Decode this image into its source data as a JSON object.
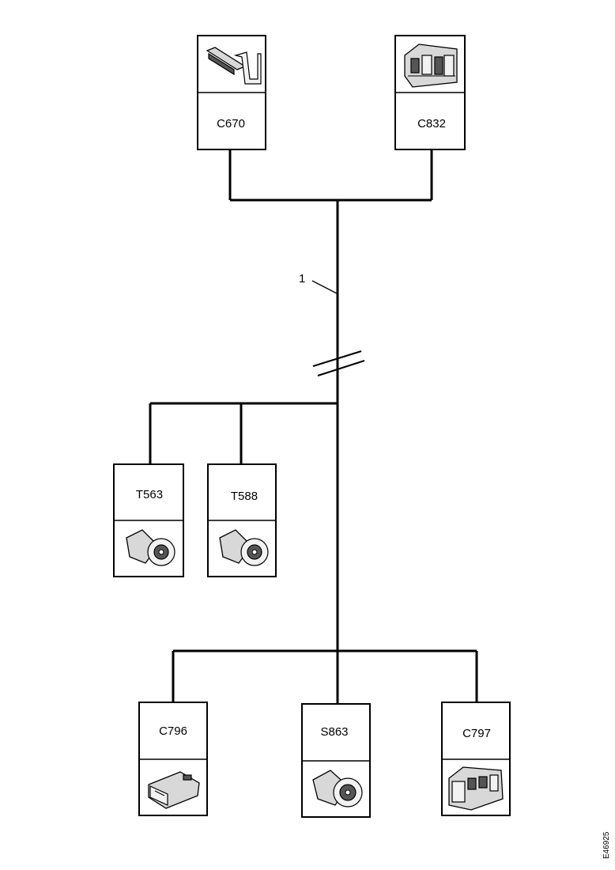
{
  "connectors": {
    "c670": {
      "label": "C670",
      "icon": "terminal-clip-icon"
    },
    "c832": {
      "label": "C832",
      "icon": "multi-pin-connector-icon"
    },
    "t563": {
      "label": "T563",
      "icon": "round-connector-icon"
    },
    "t588": {
      "label": "T588",
      "icon": "round-connector-icon"
    },
    "c796": {
      "label": "C796",
      "icon": "flat-connector-icon"
    },
    "s863": {
      "label": "S863",
      "icon": "round-connector-icon"
    },
    "c797": {
      "label": "C797",
      "icon": "block-connector-icon"
    }
  },
  "callout": {
    "label": "1"
  },
  "image_code": "E46925"
}
